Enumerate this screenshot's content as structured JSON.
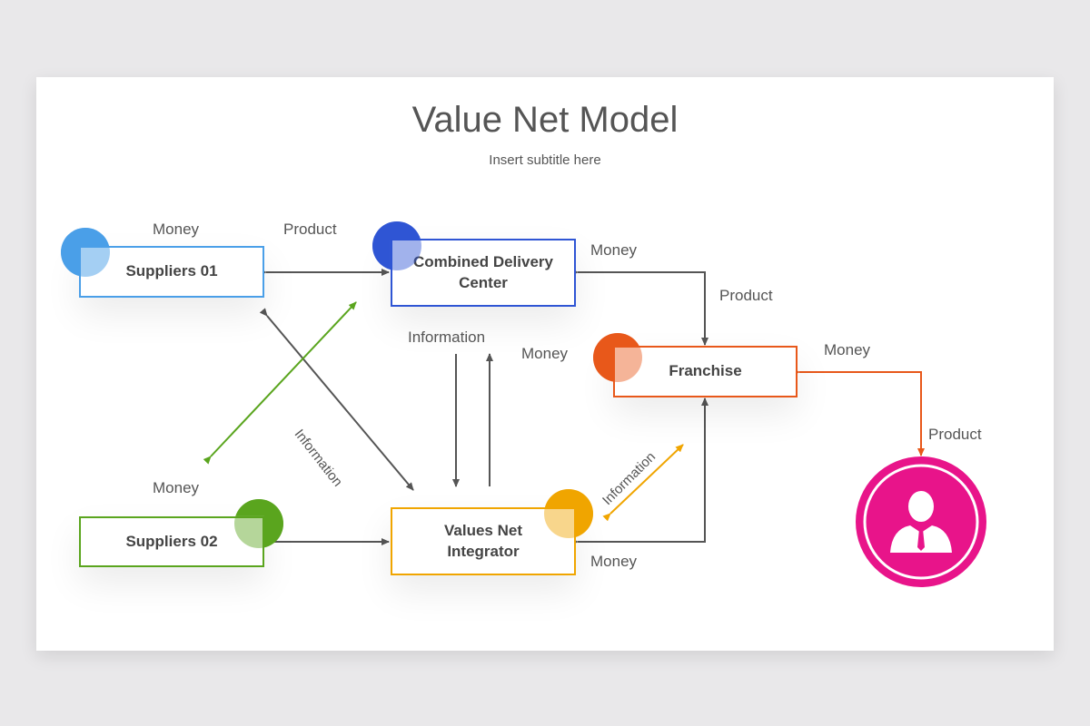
{
  "title": "Value Net Model",
  "subtitle": "Insert subtitle here",
  "nodes": {
    "suppliers01": "Suppliers 01",
    "combined_delivery": "Combined Delivery Center",
    "franchise": "Franchise",
    "suppliers02": "Suppliers 02",
    "values_net": "Values Net Integrator"
  },
  "labels": {
    "money_s1": "Money",
    "product_s1": "Product",
    "money_cdc": "Money",
    "product_cdc": "Product",
    "information_center": "Information",
    "money_center": "Money",
    "money_franchise": "Money",
    "information_diag": "Information",
    "money_s2": "Money",
    "information_vni": "Information",
    "money_vni": "Money",
    "product_customer": "Product"
  },
  "colors": {
    "suppliers01": "#4a9fe8",
    "combined_delivery": "#2f55d4",
    "franchise": "#e8581a",
    "suppliers02": "#5aa51e",
    "values_net": "#f0a500",
    "customer": "#e8148a",
    "arrow_gray": "#555555",
    "arrow_green": "#5aa51e",
    "arrow_orange": "#e8581a",
    "arrow_yellow": "#f0a500"
  },
  "icons": {
    "customer": "person-icon"
  }
}
